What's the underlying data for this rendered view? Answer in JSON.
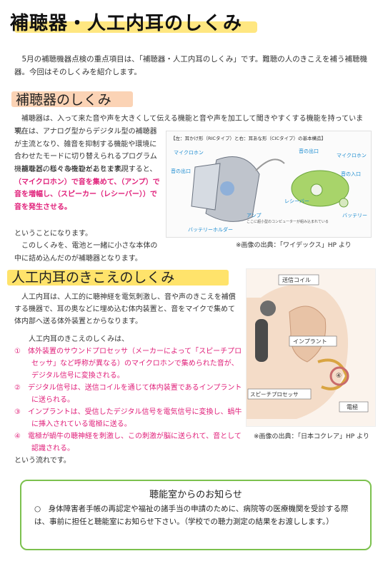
{
  "title": "補聴器・人工内耳のしくみ",
  "intro": "5月の補聴機器点検の重点項目は、「補聴器・人工内耳のしくみ」です。難聴の人のきこえを補う補聴機器。今回はそのしくみを紹介します。",
  "section1": {
    "heading": "補聴器のしくみ",
    "para1": "補聴器は、入って来た音や声を大きくして伝える機能と音や声を加工して聞きやすくする機能を持っています。",
    "para2": "現在は、アナログ型からデジタル型の補聴器が主流となり、雑音を抑制する機能や環境に合わせたモードに切り替えられるプログラム機能など、様々な機能があります。",
    "para3_intro": "補聴器のしくみをひとことで表現すると、",
    "para3_hl1": "（マイクロホン）で音を集めて、（アンプ）で音を増幅し、（スピーカー（レシーバー））で音を発生させる。",
    "para4": "ということになります。",
    "para5": "このしくみを、電池と一緒に小さな本体の中に詰め込んだのが補聴器となります。",
    "figure": {
      "header": "【左：耳かけ形（RICタイプ）と右：耳あな形（CICタイプ）の基本構造】",
      "labels": {
        "mic_left": "マイクロホン",
        "sound_in_left": "音の出口",
        "battery_holder": "バッテリーホルダー",
        "amp": "アンプ",
        "amp_note": "ここに超小型のコンピューターが組み込まれている",
        "receiver": "レシーバー",
        "sound_out": "音の出口",
        "mic_right": "マイクロホン",
        "sound_in_right": "音の入口",
        "battery": "バッテリー"
      },
      "caption": "※画像の出典：「ワイデックス」HP より"
    }
  },
  "section2": {
    "heading": "人工内耳のきこえのしくみ",
    "para1": "人工内耳は、人工的に聴神経を電気刺激し、音や声のきこえを補償する機器で、耳の奥などに埋め込む体内装置と、音をマイクで集めて体内部へ送る体外装置とからなります。",
    "steps_head": "人工内耳のきこえのしくみは、",
    "steps": [
      "①　体外装置のサウンドプロセッサ（メーカーによって「スピーチプロセッサ」など呼称が異なる）のマイクロホンで集められた音が、デジタル信号に変換される。",
      "②　デジタル信号は、送信コイルを通じて体内装置であるインプラントに送られる。",
      "③　インプラントは、受信したデジタル信号を電気信号に変換し、蝸牛に挿入されている電極に送る。",
      "④　電極が蝸牛の聴神経を刺激し、この刺激が脳に送られて、音として認識される。"
    ],
    "closing": "という流れです。",
    "figure": {
      "coil": "送信コイル",
      "implant": "インプラント",
      "processor": "スピーチプロセッサ",
      "electrode": "電極",
      "num4": "④",
      "caption": "※画像の出典：「日本コクレア」HP より"
    }
  },
  "notice": {
    "title": "聴能室からのお知らせ",
    "text": "○　身体障害者手帳の再認定や福祉の諸手当の申請のために、病院等の医療機関を受診する際は、事前に担任と聴能室にお知らせ下さい。（学校での聴力測定の結果をお渡しします。）"
  },
  "colors": {
    "pink": "#e0207a",
    "green": "#7cc14e",
    "yellow": "#ffe36b",
    "peach": "#fbd3b5"
  }
}
